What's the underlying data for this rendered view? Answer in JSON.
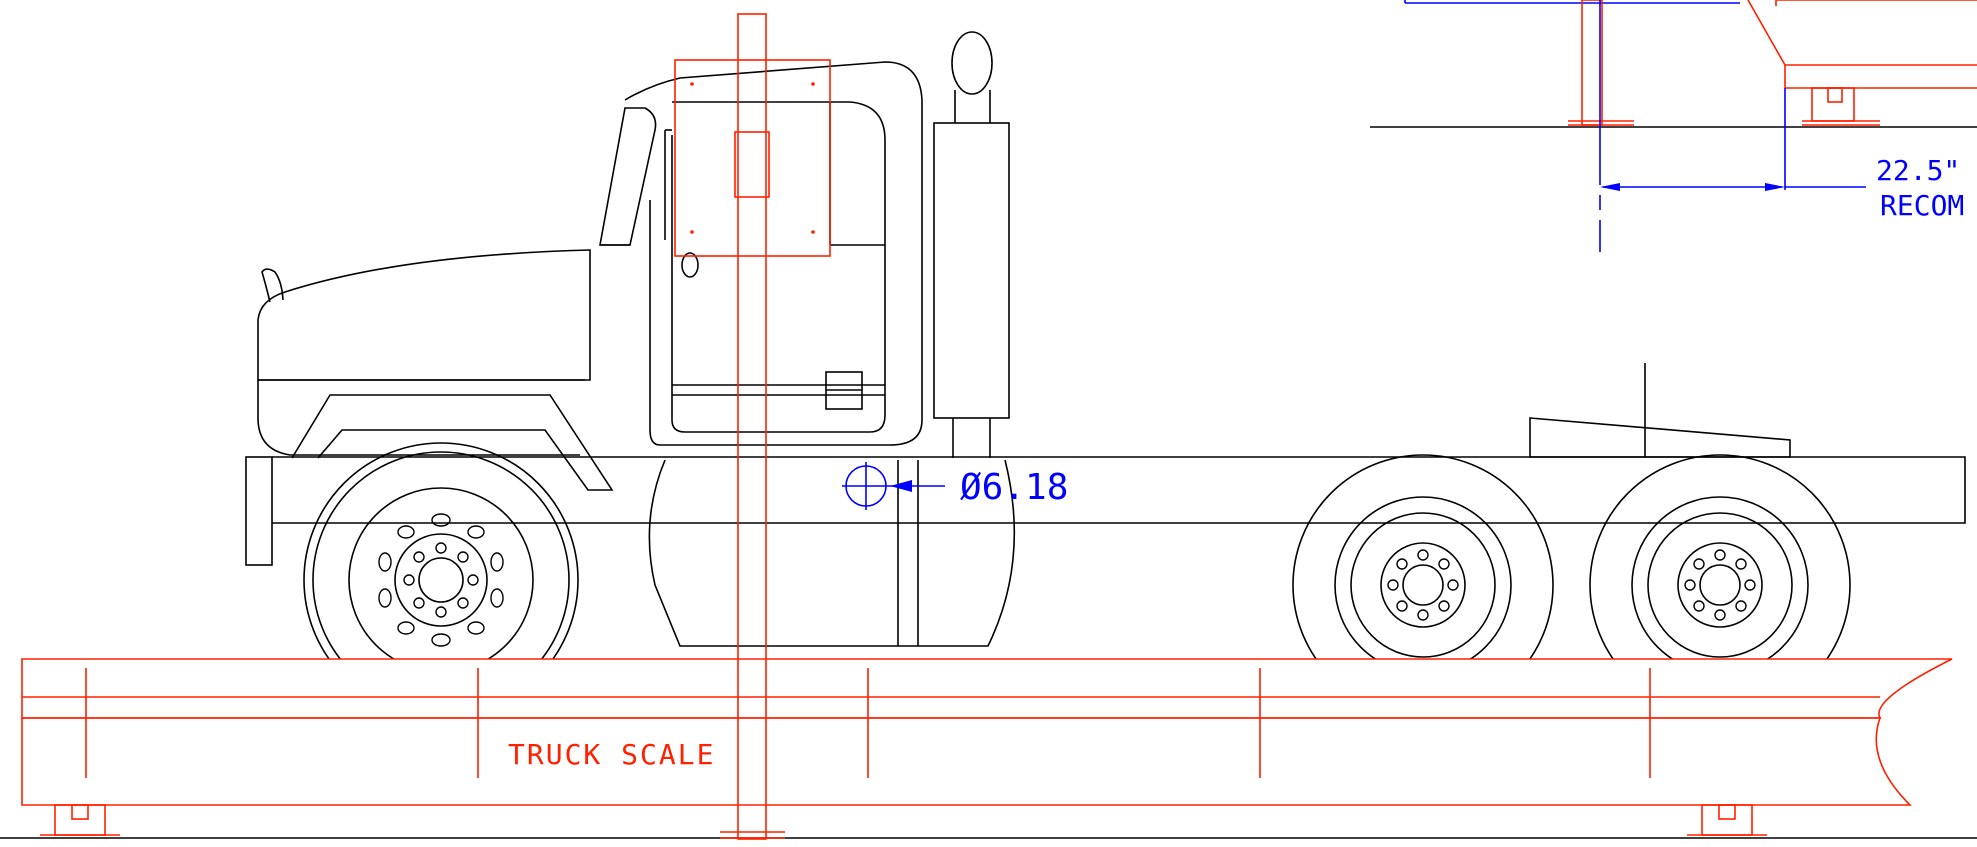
{
  "labels": {
    "scale_label": "TRUCK SCALE",
    "diameter_dim": "Ø6.18",
    "spacing_dim": "22.5\"",
    "spacing_note": "RECOM"
  },
  "colors": {
    "truck_outline": "#000000",
    "scale_structure": "#ff2000",
    "dimensions": "#0000ff",
    "background": "#ffffff"
  }
}
